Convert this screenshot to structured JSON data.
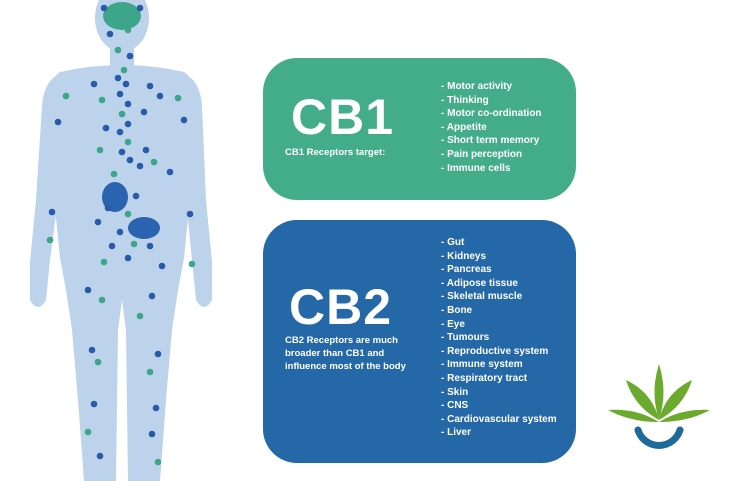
{
  "colors": {
    "cb1_card": "#43AC88",
    "cb2_card": "#2568A8",
    "body_silhouette": "#BDD3EC",
    "dot_blue": "#2A5BA8",
    "dot_teal": "#3DA58A",
    "organ": "#2A63B0",
    "logo_green": "#6BAA2C",
    "logo_ring": "#1E6A9A"
  },
  "cb1": {
    "title": "CB1",
    "subtitle": "CB1 Receptors target:",
    "targets": [
      "Motor activity",
      "Thinking",
      "Motor co-ordination",
      "Appetite",
      "Short term memory",
      "Pain perception",
      "Immune cells"
    ]
  },
  "cb2": {
    "title": "CB2",
    "subtitle": "CB2 Receptors are much broader than CB1 and influence most of the body",
    "targets": [
      "Gut",
      "Kidneys",
      "Pancreas",
      "Adipose tissue",
      "Skeletal muscle",
      "Bone",
      "Eye",
      "Tumours",
      "Reproductive system",
      "Immune system",
      "Respiratory tract",
      "Skin",
      "CNS",
      "Cardiovascular system",
      "Liver"
    ]
  },
  "icons": {
    "body": "human-body-silhouette",
    "logo": "cannabis-leaf-logo"
  }
}
